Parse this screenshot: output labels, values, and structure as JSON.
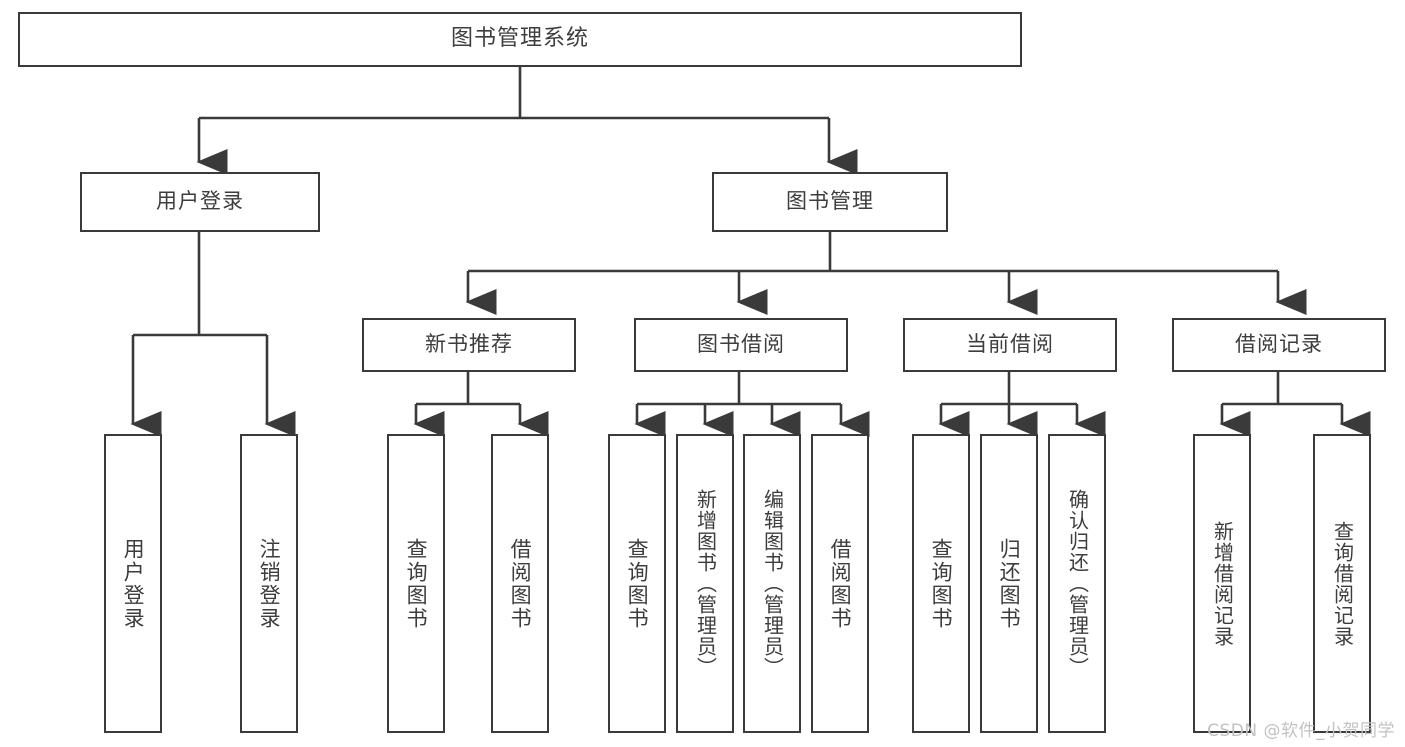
{
  "diagram": {
    "title": "图书管理系统",
    "type": "tree",
    "colors": {
      "background": "#ffffff",
      "line": "#3a3a3a",
      "box_border": "#3a3a3a",
      "box_fill": "#ffffff",
      "text": "#3d3d3d",
      "watermark": "#c2c2c2"
    },
    "root": {
      "label": "图书管理系统"
    },
    "level2": [
      {
        "label": "用户登录"
      },
      {
        "label": "图书管理"
      }
    ],
    "level3": [
      {
        "label": "新书推荐"
      },
      {
        "label": "图书借阅"
      },
      {
        "label": "当前借阅"
      },
      {
        "label": "借阅记录"
      }
    ],
    "leaves": {
      "user_login": [
        {
          "label": "用户登录"
        },
        {
          "label": "注销登录"
        }
      ],
      "new_book_recommend": [
        {
          "label": "查询图书"
        },
        {
          "label": "借阅图书"
        }
      ],
      "book_borrow": [
        {
          "label": "查询图书"
        },
        {
          "label": "新增图书（管理员）"
        },
        {
          "label": "编辑图书（管理员）"
        },
        {
          "label": "借阅图书"
        }
      ],
      "current_borrow": [
        {
          "label": "查询图书"
        },
        {
          "label": "归还图书"
        },
        {
          "label": "确认归还（管理员）"
        }
      ],
      "borrow_record": [
        {
          "label": "新增借阅记录"
        },
        {
          "label": "查询借阅记录"
        }
      ]
    }
  },
  "watermark": {
    "text": "CSDN @软件_小贺同学"
  }
}
